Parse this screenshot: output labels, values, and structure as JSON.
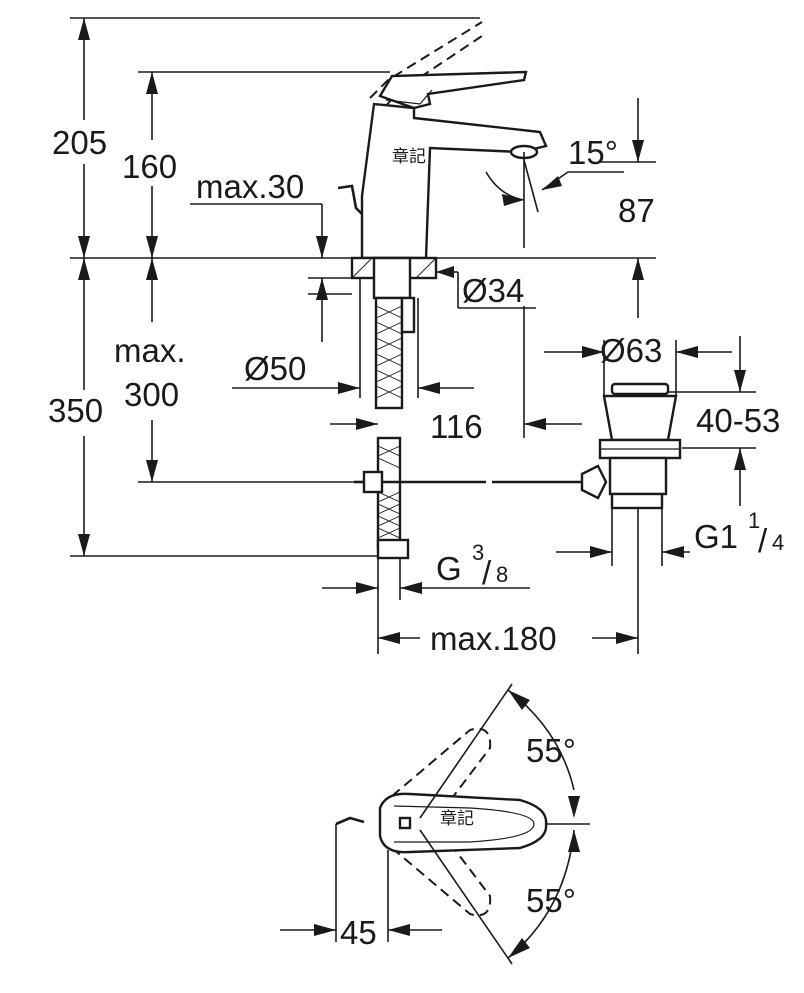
{
  "dimensions": {
    "height_total": "205",
    "height_spout": "160",
    "deck_thickness_max": "max.30",
    "angle_lever": "15°",
    "reach_spout": "87",
    "hole_diameter": "Ø34",
    "waste_diameter": "Ø63",
    "depth_max_label": "max.",
    "depth_max_value": "300",
    "flexible_diameter": "Ø50",
    "installation_height": "350",
    "waste_range": "40-53",
    "hose_offset": "116",
    "waste_thread_prefix": "G1",
    "waste_thread_num": "1",
    "waste_thread_den": "4",
    "supply_thread_prefix": "G",
    "supply_thread_num": "3",
    "supply_thread_den": "8",
    "max_width": "max.180",
    "rotation_top": "55°",
    "rotation_bottom": "55°",
    "lever_offset": "45"
  },
  "marks": {
    "brand_side": "章記",
    "brand_top": "章記"
  }
}
